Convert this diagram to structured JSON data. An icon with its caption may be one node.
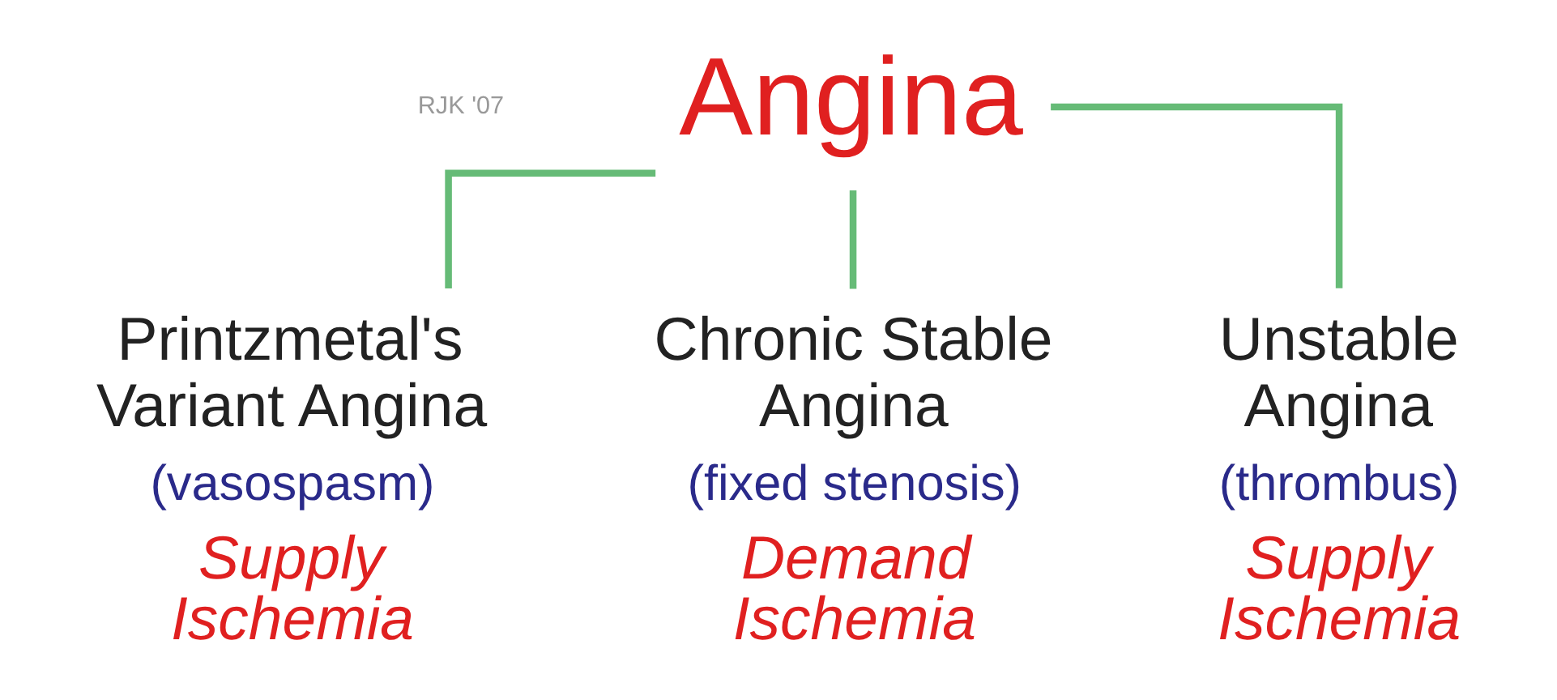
{
  "diagram": {
    "nodes": [
      {
        "text": [
          "Angina"
        ]
      },
      {
        "text": [
          "Printzmetal's Variant Angina",
          "(vasospasm)",
          "Supply Ischemia"
        ]
      },
      {
        "text": [
          "Chronic Stable Angina",
          "(fixed stenosis)",
          "Demand Ischemia"
        ]
      },
      {
        "text": [
          "Unstable Angina",
          "(thrombus)",
          "Supply Ischemia"
        ]
      }
    ],
    "edges": [
      {
        "from": 0,
        "to": 1,
        "arrow": "none"
      },
      {
        "from": 0,
        "to": 2,
        "arrow": "none"
      },
      {
        "from": 0,
        "to": 3,
        "arrow": "none"
      }
    ],
    "labels": [
      "RJK '07"
    ]
  }
}
